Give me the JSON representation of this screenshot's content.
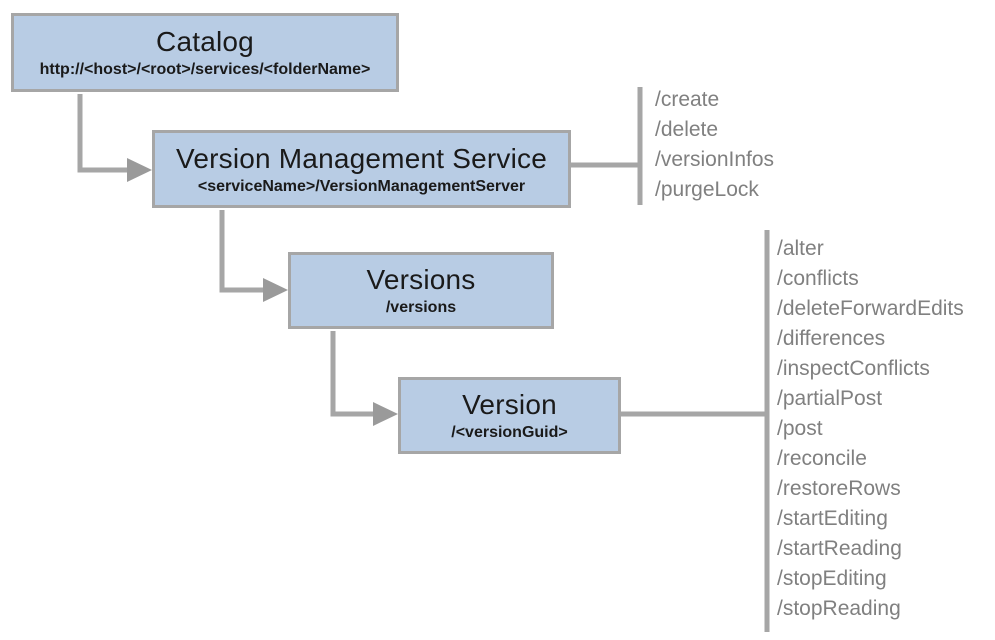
{
  "diagram": {
    "nodes": {
      "catalog": {
        "title": "Catalog",
        "subtitle": "http://<host>/<root>/services/<folderName>"
      },
      "version_management_service": {
        "title": "Version Management Service",
        "subtitle": "<serviceName>/VersionManagementServer",
        "operations": [
          "/create",
          "/delete",
          "/versionInfos",
          "/purgeLock"
        ]
      },
      "versions": {
        "title": "Versions",
        "subtitle": "/versions"
      },
      "version": {
        "title": "Version",
        "subtitle": "/<versionGuid>",
        "operations": [
          "/alter",
          "/conflicts",
          "/deleteForwardEdits",
          "/differences",
          "/inspectConflicts",
          "/partialPost",
          "/post",
          "/reconcile",
          "/restoreRows",
          "/startEditing",
          "/startReading",
          "/stopEditing",
          "/stopReading"
        ]
      }
    },
    "colors": {
      "node_fill": "#b8cce4",
      "node_border": "#a6a6a6",
      "connector": "#a6a6a6",
      "arrowhead": "#9a9a9a",
      "operation_text": "#808080",
      "title_text": "#1a1a1a"
    }
  }
}
